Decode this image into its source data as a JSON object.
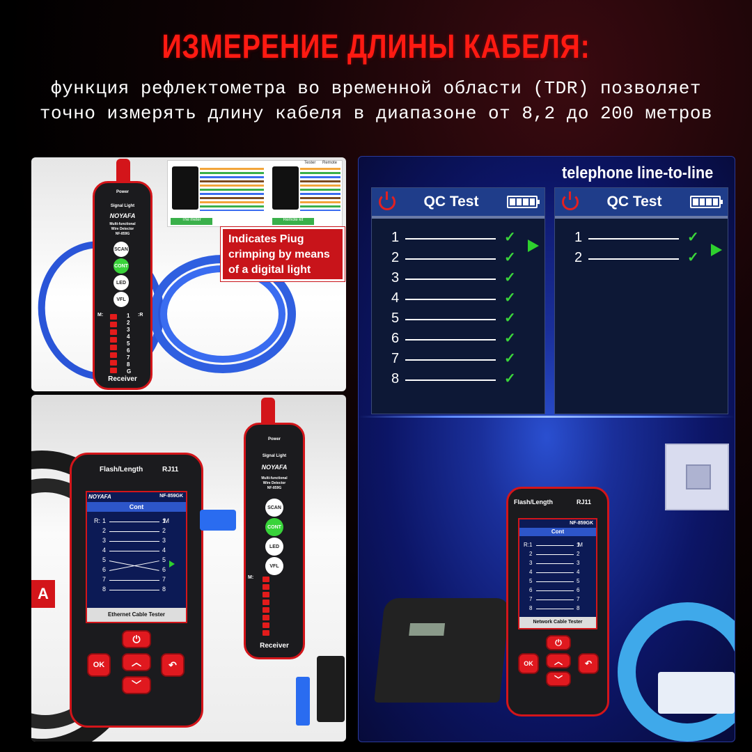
{
  "header": {
    "title": "ИЗМЕРЕНИЕ ДЛИНЫ КАБЕЛЯ:",
    "subtitle_line1": "функция рефлектометра во временной области (TDR) позволяет",
    "subtitle_line2": "точно измерять длину кабеля в диапазоне от 8,2 до 200 метров"
  },
  "panel_top_left": {
    "receiver": {
      "brand": "NOYAFA",
      "power": "Power",
      "signal_light": "Signal Light",
      "model_line1": "Multi-functional",
      "model_line2": "Wire Detector",
      "model_line3": "NF-859G",
      "buttons": [
        "SCAN",
        "CONT",
        "LED",
        "VFL"
      ],
      "label_m": "M:",
      "label_r": ":R",
      "pins": [
        "1",
        "2",
        "3",
        "4",
        "5",
        "6",
        "7",
        "8",
        "G"
      ],
      "bottom": "Receiver"
    },
    "wiring_left_caption": "The meter",
    "wiring_right_caption": "Remote kit",
    "wiring_tester": "Tester",
    "wiring_remote": "Remote",
    "callout": "Indicates Piug crimping by means of a digital light"
  },
  "panel_bottom_left": {
    "tester": {
      "top_left": "Flash/Length",
      "top_right": "RJ11",
      "brand": "NOYAFA",
      "model": "NF-859GK",
      "screen_head": "Cont",
      "r_label": "R:",
      "m_label": ":M",
      "rows": [
        "1",
        "2",
        "3",
        "4",
        "5",
        "6",
        "7",
        "8"
      ],
      "footer": "Ethernet Cable Tester",
      "ok": "OK"
    },
    "receiver": {
      "power": "Power",
      "signal_light": "Signal Light",
      "brand": "NOYAFA",
      "model_line1": "Multi-functional",
      "model_line2": "Wire Detector",
      "model_line3": "NF-859G",
      "buttons": [
        "SCAN",
        "CONT",
        "LED",
        "VFL"
      ],
      "label_m": "M:",
      "bottom": "Receiver"
    },
    "spool_letter": "A"
  },
  "panel_right": {
    "caption": "telephone line-to-line",
    "qc_left": {
      "title": "QC Test",
      "rows": [
        "1",
        "2",
        "3",
        "4",
        "5",
        "6",
        "7",
        "8"
      ]
    },
    "qc_right": {
      "title": "QC Test",
      "rows": [
        "1",
        "2"
      ]
    },
    "tester": {
      "top_left": "Flash/Length",
      "top_right": "RJ11",
      "model": "NF-859GK",
      "screen_head": "Cont",
      "r_label": "R:",
      "m_label": ":M",
      "rows": [
        "1",
        "2",
        "3",
        "4",
        "5",
        "6",
        "7",
        "8"
      ],
      "footer": "Network Cable Tester",
      "ok": "OK"
    }
  },
  "colors": {
    "title_red": "#ff1a12",
    "device_red": "#d3151a",
    "check_green": "#3bd53b",
    "qc_header_blue": "#1f3d8a"
  }
}
